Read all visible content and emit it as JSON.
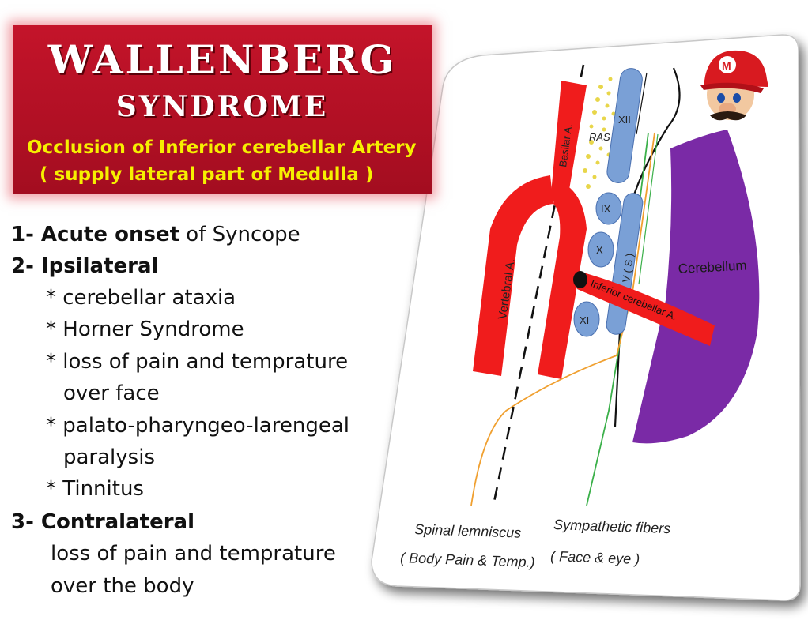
{
  "title": {
    "main": "WALLENBERG",
    "sub": "SYNDROME",
    "line1": "Occlusion of Inferior cerebellar Artery",
    "line2": "( supply lateral part of Medulla )"
  },
  "list": {
    "item1_bold": "1- Acute onset",
    "item1_rest": " of Syncope",
    "item2_bold": "2- Ipsilateral",
    "sub1": "* cerebellar ataxia",
    "sub2": "* Horner Syndrome",
    "sub3": "* loss of pain and temprature",
    "sub3b": "over face",
    "sub4": "* palato-pharyngeo-larengeal",
    "sub4b": "paralysis",
    "sub5": "* Tinnitus",
    "item3_bold": "3- Contralateral",
    "item3_l1": "loss of pain and temprature",
    "item3_l2": "over the body"
  },
  "diagram": {
    "basilar": "Basilar A.",
    "vertebral": "Vertebral A.",
    "ras": "RAS",
    "n12": "XII",
    "n9": "IX",
    "n10": "X",
    "n11": "XI",
    "n5": "V ( S )",
    "cerebellum": "Cerebellum",
    "inferior": "Inferior cerebellar A.",
    "spinal1": "Spinal lemniscus",
    "spinal2": "( Body Pain & Temp.)",
    "symp1": "Sympathetic fibers",
    "symp2": "( Face & eye )"
  },
  "colors": {
    "title_bg": "#b5101f",
    "title_accent": "#f6f000",
    "artery": "#f01c1c",
    "nuclei": "#7aa0d6",
    "cerebellum": "#7a2aa6",
    "ras": "#e8d64a",
    "spinal_tract": "#f0a030",
    "sympathetic_tract": "#3bb04a"
  },
  "icons": {
    "mascot": "mario-head-icon"
  }
}
